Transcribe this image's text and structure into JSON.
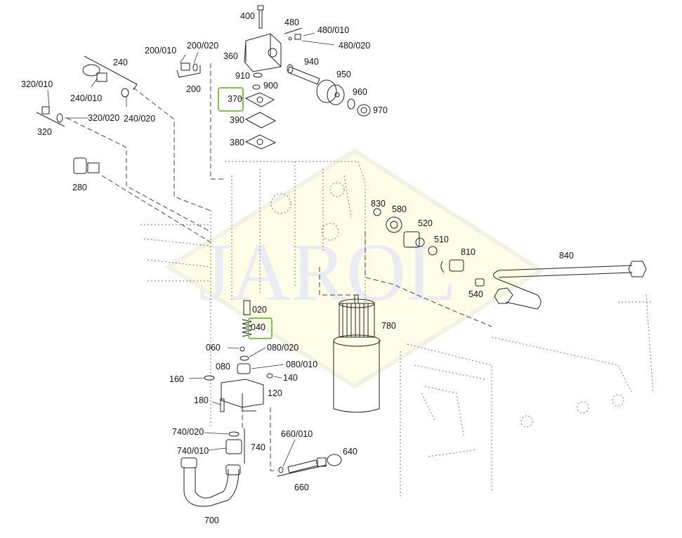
{
  "diagram": {
    "watermark_text": "JAROL",
    "highlight_color": "#7dc44a",
    "watermark_color": "#fdfde8",
    "highlighted_positions": [
      "370",
      "040"
    ],
    "callouts": [
      {
        "id": "400",
        "label": "400"
      },
      {
        "id": "480",
        "label": "480"
      },
      {
        "id": "480-010",
        "label": "480/010"
      },
      {
        "id": "480-020",
        "label": "480/020"
      },
      {
        "id": "360",
        "label": "360"
      },
      {
        "id": "940",
        "label": "940"
      },
      {
        "id": "950",
        "label": "950"
      },
      {
        "id": "910",
        "label": "910"
      },
      {
        "id": "900",
        "label": "900"
      },
      {
        "id": "960",
        "label": "960"
      },
      {
        "id": "370",
        "label": "370"
      },
      {
        "id": "970",
        "label": "970"
      },
      {
        "id": "390",
        "label": "390"
      },
      {
        "id": "380",
        "label": "380"
      },
      {
        "id": "200-010",
        "label": "200/010"
      },
      {
        "id": "200-020",
        "label": "200/020"
      },
      {
        "id": "200",
        "label": "200"
      },
      {
        "id": "240",
        "label": "240"
      },
      {
        "id": "240-010",
        "label": "240/010"
      },
      {
        "id": "240-020",
        "label": "240/020"
      },
      {
        "id": "320-010",
        "label": "320/010"
      },
      {
        "id": "320-020",
        "label": "320/020"
      },
      {
        "id": "320",
        "label": "320"
      },
      {
        "id": "280",
        "label": "280"
      },
      {
        "id": "830",
        "label": "830"
      },
      {
        "id": "580",
        "label": "580"
      },
      {
        "id": "520",
        "label": "520"
      },
      {
        "id": "510",
        "label": "510"
      },
      {
        "id": "810",
        "label": "810"
      },
      {
        "id": "840",
        "label": "840"
      },
      {
        "id": "540",
        "label": "540"
      },
      {
        "id": "020",
        "label": "020"
      },
      {
        "id": "040",
        "label": "040"
      },
      {
        "id": "780",
        "label": "780"
      },
      {
        "id": "060",
        "label": "060"
      },
      {
        "id": "080-020",
        "label": "080/020"
      },
      {
        "id": "080",
        "label": "080"
      },
      {
        "id": "080-010",
        "label": "080/010"
      },
      {
        "id": "160",
        "label": "160"
      },
      {
        "id": "140",
        "label": "140"
      },
      {
        "id": "120",
        "label": "120"
      },
      {
        "id": "180",
        "label": "180"
      },
      {
        "id": "740-020",
        "label": "740/020"
      },
      {
        "id": "740",
        "label": "740"
      },
      {
        "id": "740-010",
        "label": "740/010"
      },
      {
        "id": "660-010",
        "label": "660/010"
      },
      {
        "id": "640",
        "label": "640"
      },
      {
        "id": "660",
        "label": "660"
      },
      {
        "id": "700",
        "label": "700"
      }
    ]
  }
}
